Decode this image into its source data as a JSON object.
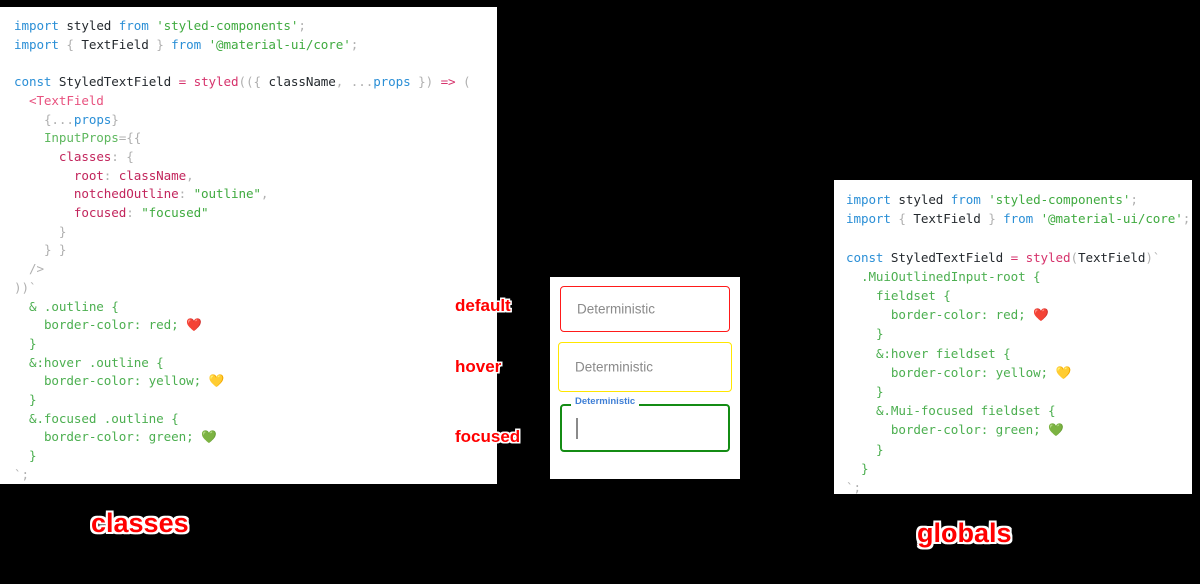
{
  "panels": {
    "classes": {
      "caption": "classes",
      "code_lines": [
        "import styled from 'styled-components';",
        "import { TextField } from '@material-ui/core';",
        "",
        "const StyledTextField = styled(({ className, ...props }) => (",
        "  <TextField",
        "    {...props}",
        "    InputProps={{",
        "      classes: {",
        "        root: className,",
        "        notchedOutline: \"outline\",",
        "        focused: \"focused\"",
        "      }",
        "    } }",
        "  />",
        "))`",
        "  & .outline {",
        "    border-color: red; ❤️",
        "  }",
        "  &:hover .outline {",
        "    border-color: yellow; 💛",
        "  }",
        "  &.focused .outline {",
        "    border-color: green; 💚",
        "  }",
        "`;"
      ]
    },
    "globals": {
      "caption": "globals",
      "code_lines": [
        "import styled from 'styled-components';",
        "import { TextField } from '@material-ui/core';",
        "",
        "const StyledTextField = styled(TextField)`",
        "  .MuiOutlinedInput-root {",
        "    fieldset {",
        "      border-color: red; ❤️",
        "    }",
        "    &:hover fieldset {",
        "      border-color: yellow; 💛",
        "    }",
        "    &.Mui-focused fieldset {",
        "      border-color: green; 💚",
        "    }",
        "  }",
        "`;"
      ]
    }
  },
  "demo": {
    "fields": [
      {
        "state": "default",
        "placeholder": "Deterministic",
        "border_color": "#ff1a1a",
        "annotation": "default"
      },
      {
        "state": "hover",
        "placeholder": "Deterministic",
        "border_color": "#ffe600",
        "annotation": "hover"
      },
      {
        "state": "focused",
        "label": "Deterministic",
        "border_color": "#148c14",
        "annotation": "focused",
        "label_color": "#3f7fd6",
        "value": ""
      }
    ]
  },
  "colors": {
    "background": "#000000",
    "panel": "#ffffff",
    "accent_red": "#ff0000",
    "border_red": "#ff1a1a",
    "border_yellow": "#ffe600",
    "border_green": "#148c14",
    "label_blue": "#3f7fd6",
    "placeholder_gray": "#8a8a8a"
  }
}
